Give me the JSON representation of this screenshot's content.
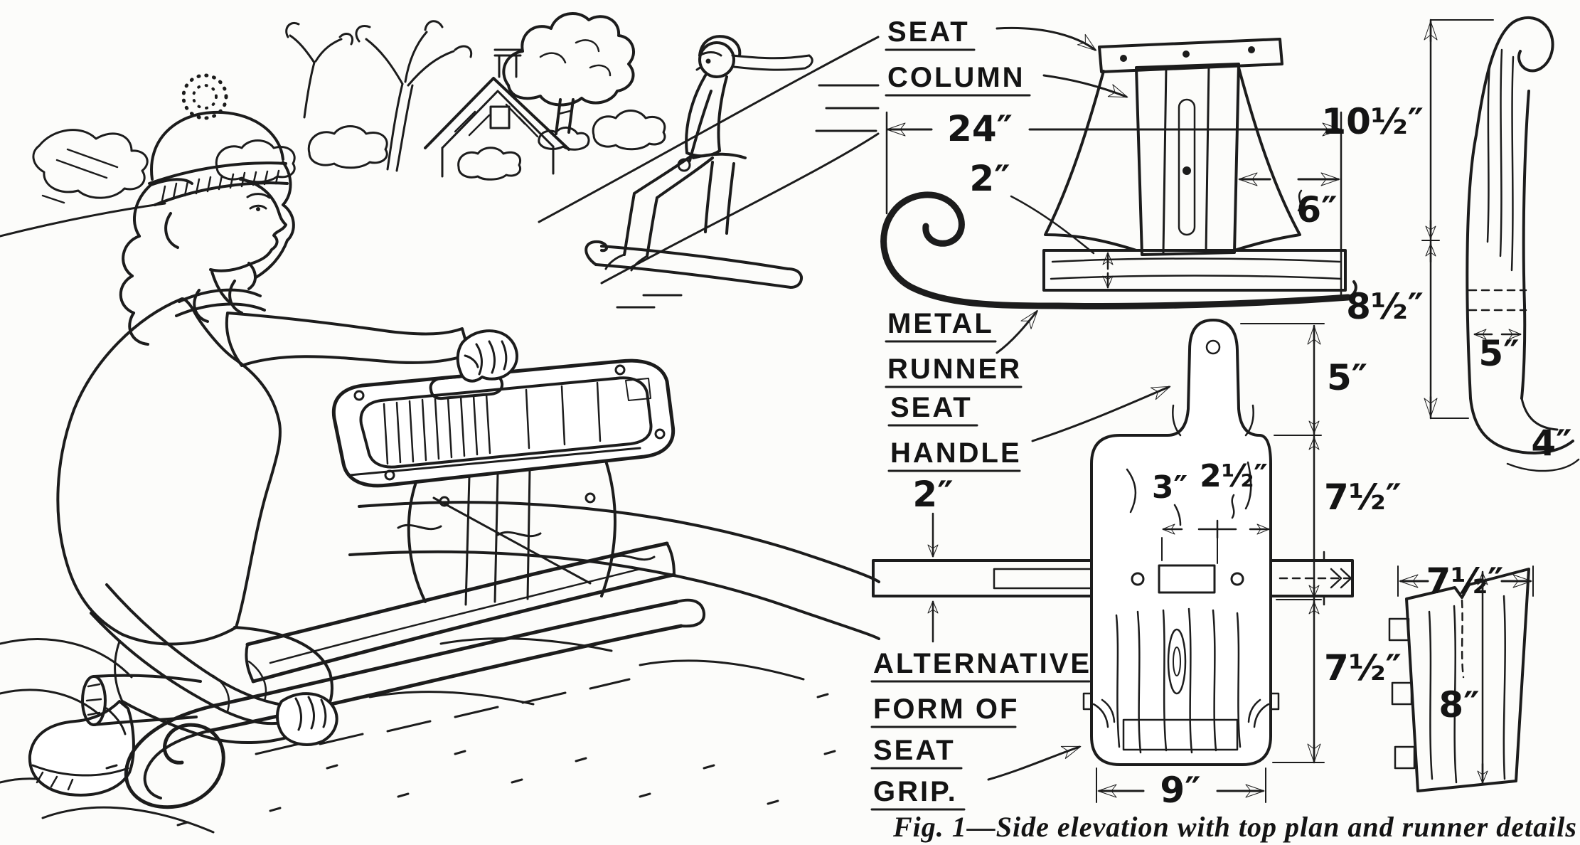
{
  "figure": {
    "caption": "Fig. 1—Side elevation with top plan and runner details"
  },
  "side_elevation": {
    "seat_label_1": "SEAT",
    "seat_label_2": "COLUMN",
    "overall_length": "24″",
    "runner_thickness": "2″",
    "rear_overhang": "6″",
    "metal_runner_1": "METAL",
    "metal_runner_2": "RUNNER"
  },
  "plan_view": {
    "seat_handle_1": "SEAT",
    "seat_handle_2": "HANDLE",
    "handle_length": "5″",
    "body_upper": "7½″",
    "body_lower": "7½″",
    "grip_slot_left": "3″",
    "grip_slot_right": "2½″",
    "bar_width": "2″",
    "seat_width": "9″",
    "alt_grip_1": "ALTERNATIVE",
    "alt_grip_2": "FORM OF",
    "alt_grip_3": "SEAT",
    "alt_grip_4": "GRIP."
  },
  "runner_profile": {
    "upper_height": "10½″",
    "lower_height": "8½″",
    "width": "5″",
    "foot": "4″"
  },
  "rear_detail": {
    "width": "7½″",
    "height": "8″"
  }
}
